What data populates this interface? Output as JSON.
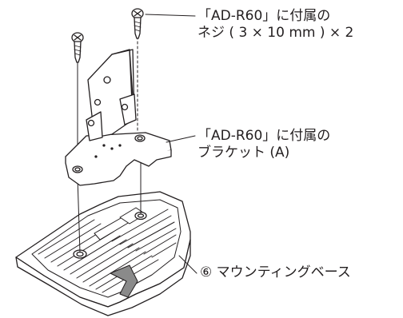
{
  "callouts": {
    "screw": {
      "line1": "「AD-R60」に付属の",
      "line2": "ネジ ( 3 × 10 mm ) × 2"
    },
    "bracket": {
      "line1": "「AD-R60」に付属の",
      "line2": "ブラケット (A)"
    },
    "base": {
      "line1": "⑥ マウンティングベース"
    }
  },
  "colors": {
    "line": "#231f20",
    "fill": "#ffffff",
    "shade": "#8a8a8a"
  }
}
